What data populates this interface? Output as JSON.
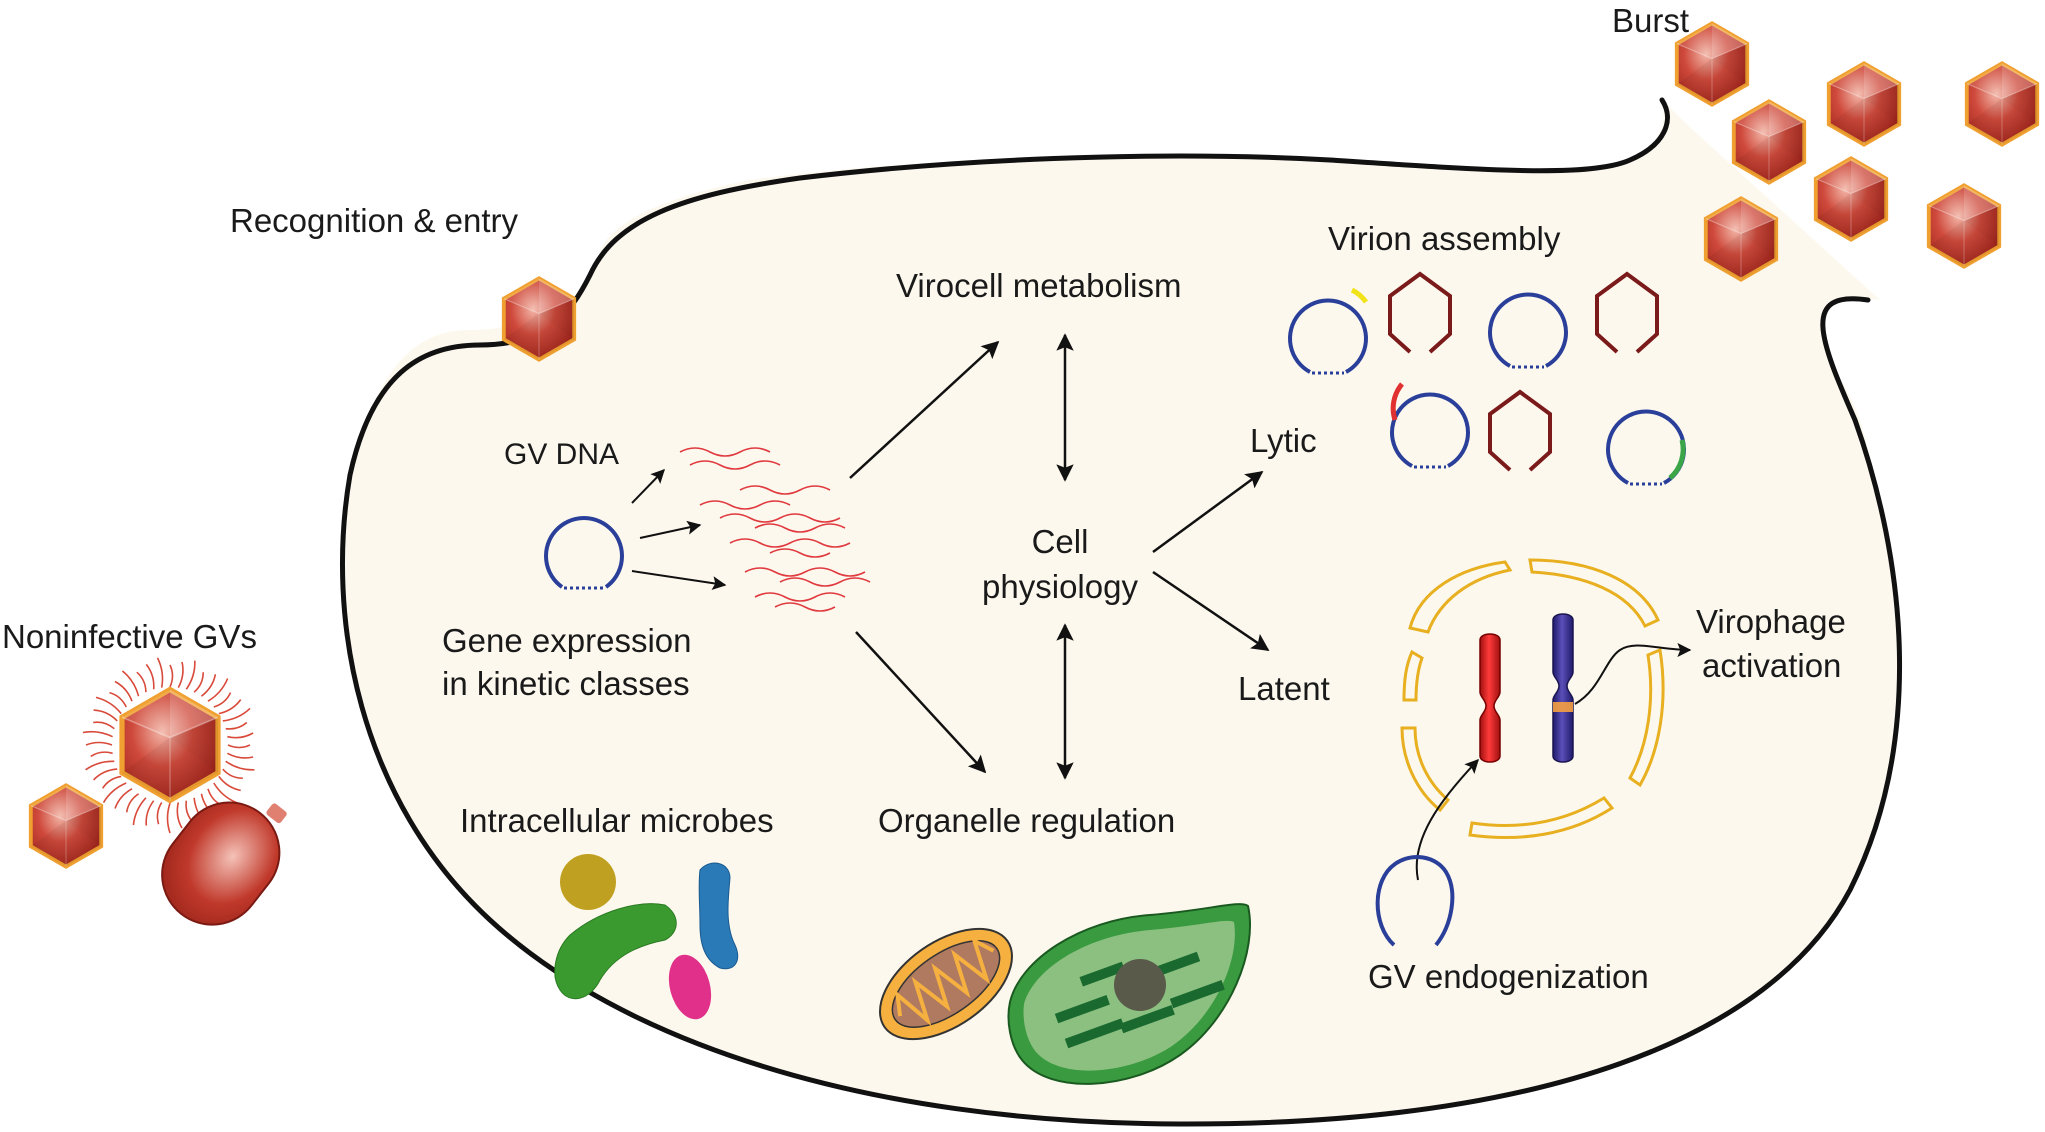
{
  "labels": {
    "recognition_entry": "Recognition & entry",
    "burst": "Burst",
    "virocell_metabolism": "Virocell metabolism",
    "virion_assembly": "Virion assembly",
    "gv_dna": "GV DNA",
    "gene_expression_line1": "Gene expression",
    "gene_expression_line2": "in kinetic classes",
    "cell_line1": "Cell",
    "cell_line2": "physiology",
    "lytic": "Lytic",
    "latent": "Latent",
    "virophage_line1": "Virophage",
    "virophage_line2": "activation",
    "noninfective_gvs": "Noninfective GVs",
    "intracellular_microbes": "Intracellular microbes",
    "organelle_regulation": "Organelle regulation",
    "gv_endogenization": "GV endogenization"
  },
  "colors": {
    "cell_fill": "#fcf8ee",
    "cell_outline": "#111111",
    "virion_fill": "#c0392b",
    "virion_rim": "#f0a030",
    "dna_blue": "#2a3f9a",
    "capsid_maroon": "#7a1a1a",
    "mrna_red": "#e0393e",
    "nucleus_yellow": "#e8b020",
    "highlight_yellow": "#f2e21a",
    "highlight_red": "#e03030",
    "highlight_green": "#3aa648"
  },
  "icons": [
    "giant-virus-icon",
    "circular-dna-icon",
    "mrna-icon",
    "capsid-icon",
    "chromosome-icon",
    "mitochondrion-icon",
    "chloroplast-icon",
    "microbe-icon"
  ]
}
